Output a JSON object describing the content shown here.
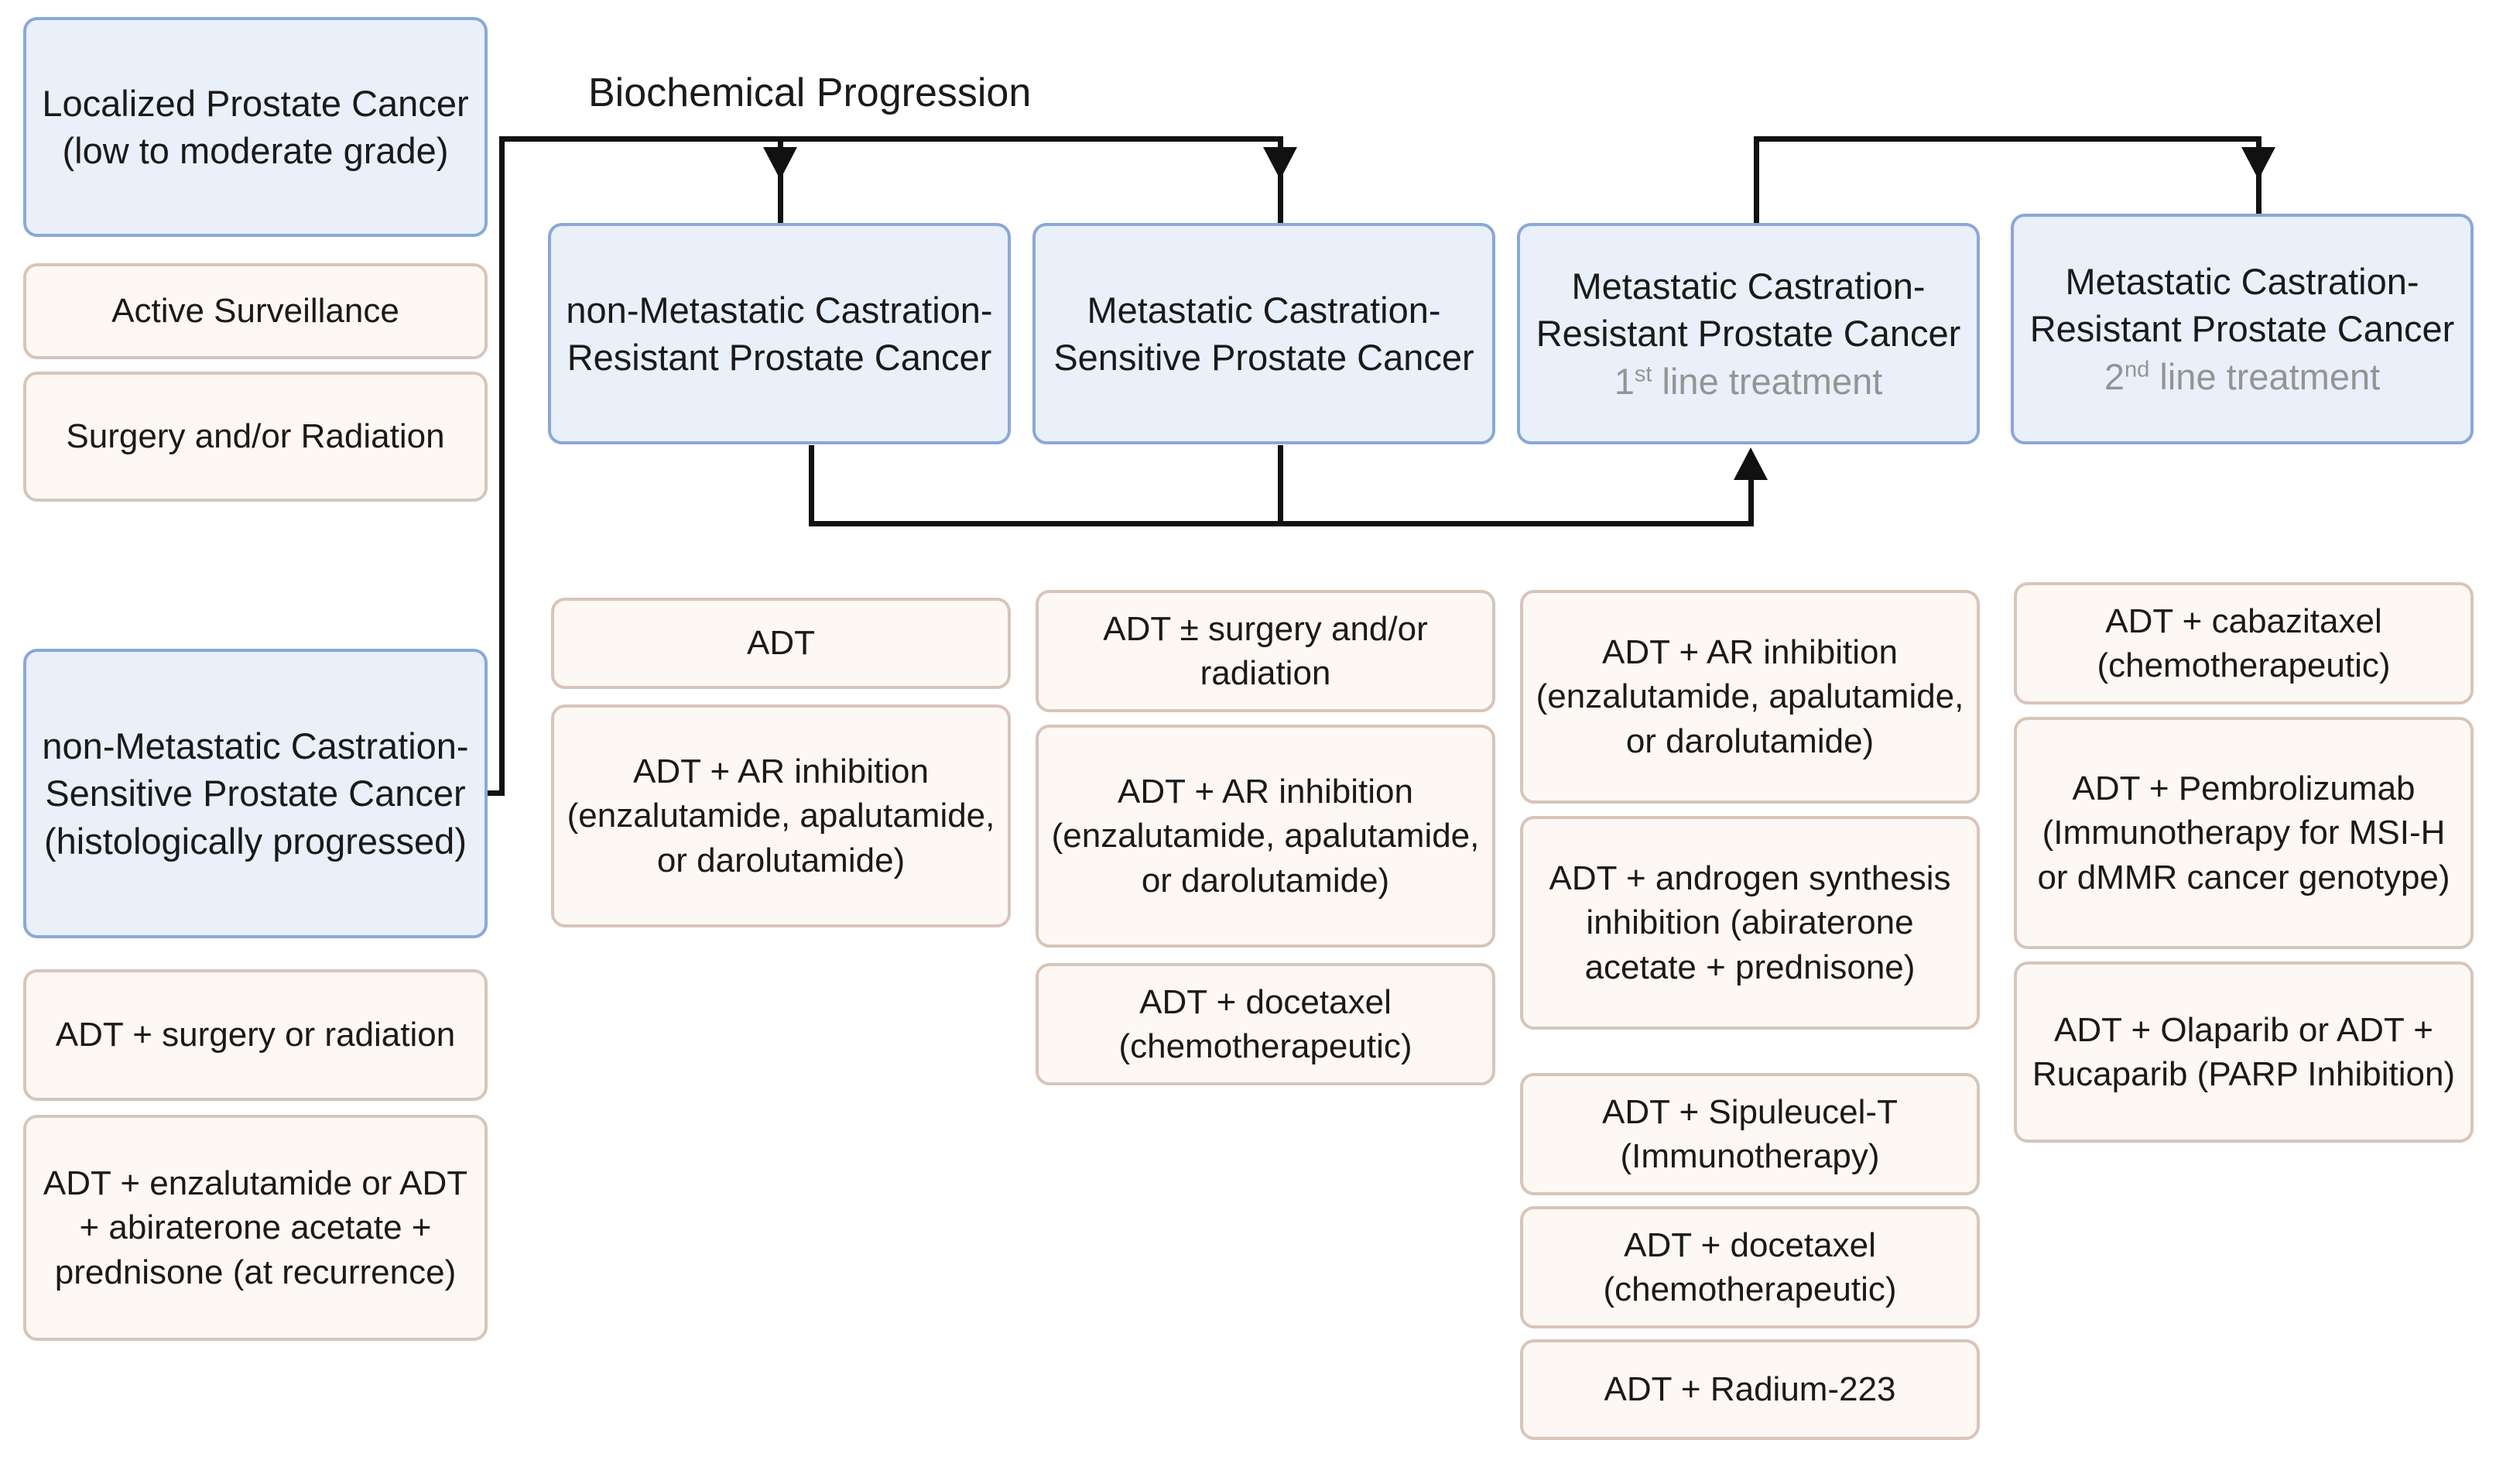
{
  "diagram": {
    "title": "Prostate Cancer Treatment Pathway Flowchart",
    "flow_label": "Biochemical Progression",
    "colors": {
      "stage_box_fill": "#e9f0fa",
      "stage_box_border": "#8aa8d8",
      "treatment_box_fill": "#fdf8f4",
      "treatment_box_border": "#d8c5b9",
      "connector": "#111111",
      "subtitle_text": "#949494"
    }
  },
  "left_column": {
    "stage_1": {
      "label": "Localized Prostate Cancer (low to moderate grade)"
    },
    "stage_1_treatments": [
      {
        "label": "Active Surveillance"
      },
      {
        "label": "Surgery and/or Radiation"
      }
    ],
    "stage_2": {
      "label": "non-Metastatic Castration-Sensitive Prostate Cancer (histologically progressed)"
    },
    "stage_2_treatments": [
      {
        "label": "ADT + surgery or radiation"
      },
      {
        "label": "ADT + enzalutamide or ADT + abiraterone acetate + prednisone (at recurrence)"
      }
    ]
  },
  "columns": [
    {
      "stage": {
        "title": "non-Metastatic Castration-Resistant Prostate Cancer",
        "subtitle": ""
      },
      "treatments": [
        {
          "label": "ADT"
        },
        {
          "label": "ADT + AR inhibition (enzalutamide, apalutamide, or darolutamide)"
        }
      ]
    },
    {
      "stage": {
        "title": "Metastatic Castration-Sensitive Prostate Cancer",
        "subtitle": ""
      },
      "treatments": [
        {
          "label": "ADT ± surgery and/or radiation"
        },
        {
          "label": "ADT + AR inhibition (enzalutamide, apalutamide, or darolutamide)"
        },
        {
          "label": "ADT + docetaxel (chemotherapeutic)"
        }
      ]
    },
    {
      "stage": {
        "title": "Metastatic Castration-Resistant Prostate Cancer",
        "subtitle_number": "1",
        "subtitle_ordinal": "st",
        "subtitle_rest": " line treatment"
      },
      "treatments": [
        {
          "label": "ADT + AR inhibition (enzalutamide, apalutamide, or darolutamide)"
        },
        {
          "label": "ADT + androgen synthesis inhibition (abiraterone acetate + prednisone)"
        },
        {
          "label": "ADT + Sipuleucel-T (Immunotherapy)"
        },
        {
          "label": "ADT + docetaxel (chemotherapeutic)"
        },
        {
          "label": "ADT + Radium-223"
        }
      ]
    },
    {
      "stage": {
        "title": "Metastatic Castration-Resistant Prostate Cancer",
        "subtitle_number": "2",
        "subtitle_ordinal": "nd",
        "subtitle_rest": " line treatment"
      },
      "treatments": [
        {
          "label": "ADT + cabazitaxel (chemotherapeutic)"
        },
        {
          "label": "ADT + Pembrolizumab (Immunotherapy for MSI-H or dMMR cancer genotype)"
        },
        {
          "label": "ADT + Olaparib or ADT + Rucaparib (PARP Inhibition)"
        }
      ]
    }
  ]
}
